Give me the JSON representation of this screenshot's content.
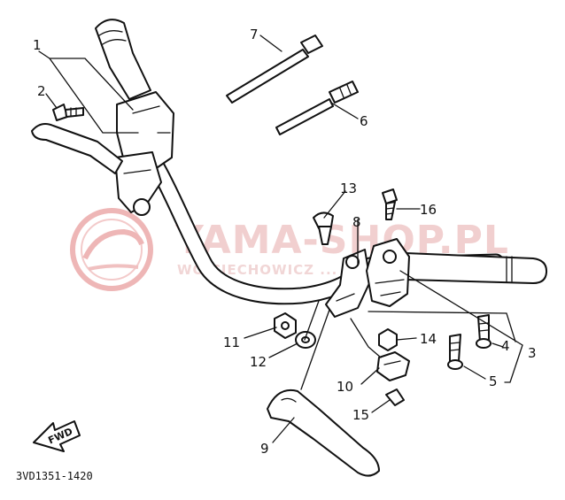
{
  "watermark": {
    "title": "YAMA-SHOP.PL",
    "subtitle": "WOJCIECHOWICZ ... YAMAHA",
    "logo_color": "#e9a9a9"
  },
  "diagram_code": "3VD1351-1420",
  "fwd_label": "FWD",
  "callouts": [
    {
      "id": "1",
      "label": "1"
    },
    {
      "id": "2",
      "label": "2"
    },
    {
      "id": "3",
      "label": "3"
    },
    {
      "id": "4",
      "label": "4"
    },
    {
      "id": "5",
      "label": "5"
    },
    {
      "id": "6",
      "label": "6"
    },
    {
      "id": "7",
      "label": "7"
    },
    {
      "id": "8",
      "label": "8"
    },
    {
      "id": "9",
      "label": "9"
    },
    {
      "id": "10",
      "label": "10"
    },
    {
      "id": "11",
      "label": "11"
    },
    {
      "id": "12",
      "label": "12"
    },
    {
      "id": "13",
      "label": "13"
    },
    {
      "id": "14",
      "label": "14"
    },
    {
      "id": "15",
      "label": "15"
    },
    {
      "id": "16",
      "label": "16"
    }
  ]
}
